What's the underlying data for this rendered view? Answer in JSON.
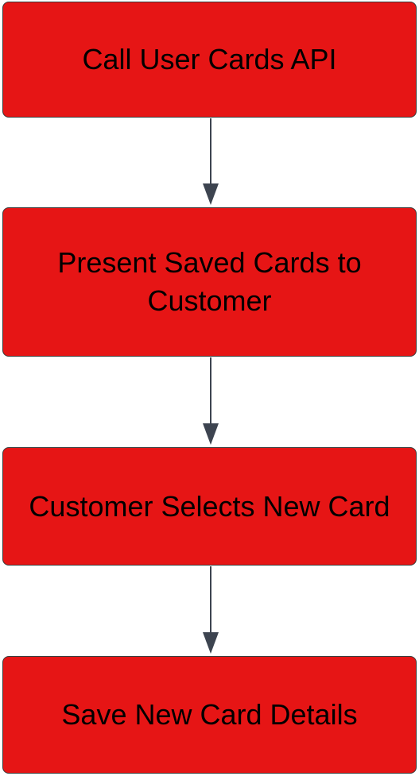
{
  "colors": {
    "node_fill": "#e61515",
    "node_border": "#3a3a3a",
    "connector": "#3d4450",
    "text": "#000000"
  },
  "diagram": {
    "nodes": [
      {
        "label": "Call User Cards API"
      },
      {
        "label": "Present Saved Cards to Customer"
      },
      {
        "label": "Customer Selects New Card"
      },
      {
        "label": "Save New Card Details"
      }
    ],
    "edges": [
      {
        "from": 0,
        "to": 1
      },
      {
        "from": 1,
        "to": 2
      },
      {
        "from": 2,
        "to": 3
      }
    ]
  }
}
